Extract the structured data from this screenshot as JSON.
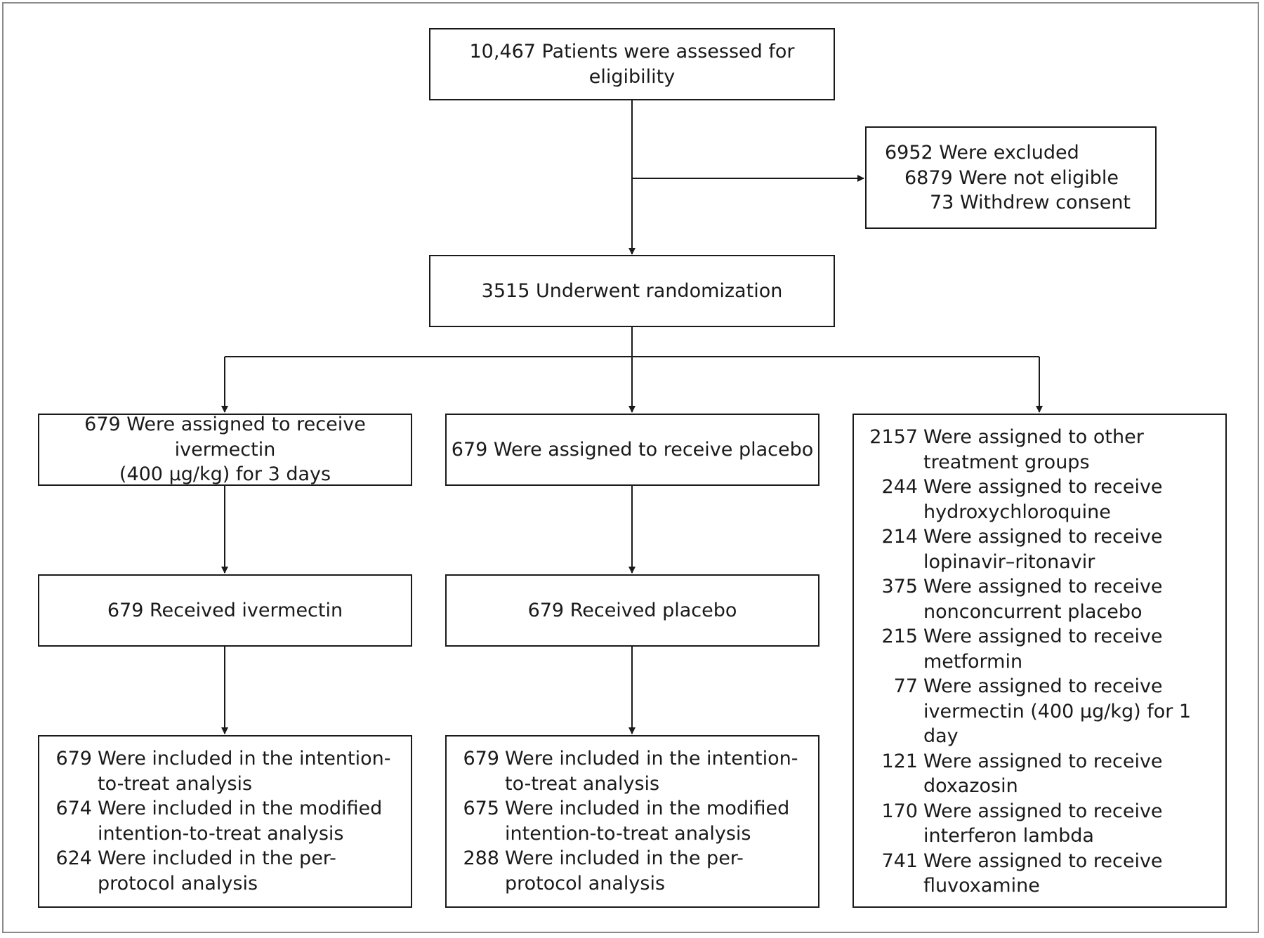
{
  "diagram": {
    "assessed": "10,467 Patients were assessed for eligibility",
    "excluded": {
      "total": "6952 Were excluded",
      "not_eligible": "6879 Were not eligible",
      "withdrew": "73 Withdrew consent"
    },
    "randomized": "3515 Underwent randomization",
    "ivermectin_arm": {
      "assigned_line1": "679 Were assigned to receive ivermectin",
      "assigned_line2": "(400 μg/kg) for 3 days",
      "received": "679 Received ivermectin",
      "analysis": [
        {
          "n": "679",
          "text": "Were included in the intention-to-treat analysis"
        },
        {
          "n": "674",
          "text": "Were included in the modified intention-to-treat analysis"
        },
        {
          "n": "624",
          "text": "Were included in the per-protocol analysis"
        }
      ]
    },
    "placebo_arm": {
      "assigned": "679 Were assigned to receive placebo",
      "received": "679 Received placebo",
      "analysis": [
        {
          "n": "679",
          "text": "Were included in the intention-to-treat analysis"
        },
        {
          "n": "675",
          "text": "Were included in the modified intention-to-treat analysis"
        },
        {
          "n": "288",
          "text": "Were included in the per-protocol analysis"
        }
      ]
    },
    "other_arm": {
      "total_n": "2157",
      "total_text": "Were assigned to other treatment groups",
      "groups": [
        {
          "n": "244",
          "text": "Were assigned to receive hydroxychloroquine"
        },
        {
          "n": "214",
          "text": "Were assigned to receive lopinavir–ritonavir"
        },
        {
          "n": "375",
          "text": "Were assigned to receive nonconcurrent placebo"
        },
        {
          "n": "215",
          "text": "Were assigned to receive metformin"
        },
        {
          "n": "77",
          "text": "Were assigned to receive ivermectin (400 μg/kg) for 1 day"
        },
        {
          "n": "121",
          "text": "Were assigned to receive doxazosin"
        },
        {
          "n": "170",
          "text": "Were assigned to receive interferon lambda"
        },
        {
          "n": "741",
          "text": "Were assigned to receive fluvoxamine"
        }
      ]
    }
  }
}
